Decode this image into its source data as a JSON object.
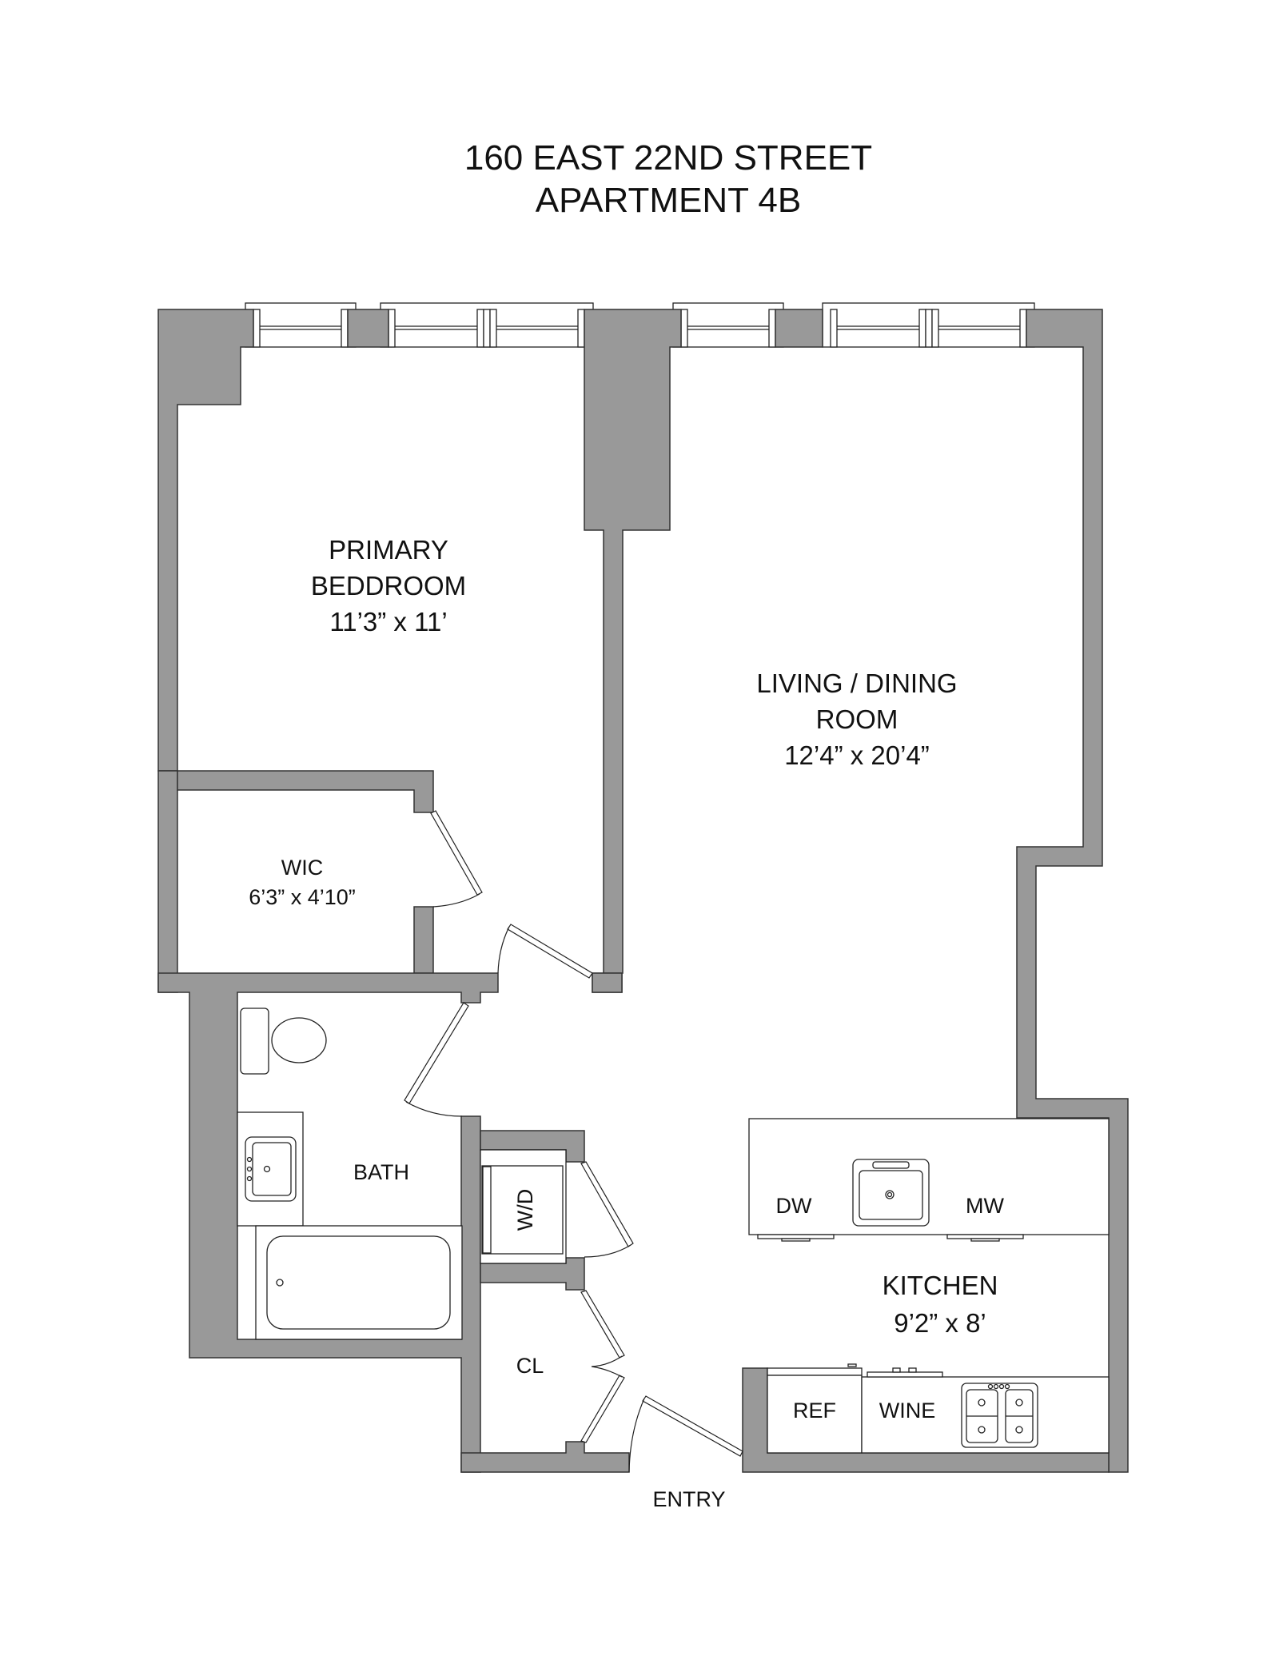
{
  "header": {
    "line1": "160 EAST 22ND STREET",
    "line2": "APARTMENT 4B"
  },
  "rooms": {
    "bedroom": {
      "name_line1": "PRIMARY",
      "name_line2": "BEDDROOM",
      "dims": "11’3” x 11’"
    },
    "living": {
      "name_line1": "LIVING / DINING",
      "name_line2": "ROOM",
      "dims": "12’4” x 20’4”"
    },
    "wic": {
      "name": "WIC",
      "dims": "6’3” x 4’10”"
    },
    "bath": {
      "name": "BATH"
    },
    "kitchen": {
      "name": "KITCHEN",
      "dims": "9’2” x 8’"
    },
    "closet": {
      "name": "CL"
    },
    "laundry": {
      "name": "W/D"
    },
    "entry": {
      "name": "ENTRY"
    }
  },
  "appliances": {
    "dishwasher": "DW",
    "microwave": "MW",
    "refrigerator": "REF",
    "wine_fridge": "WINE"
  },
  "colors": {
    "wall_fill": "#999999",
    "wall_stroke": "#333333",
    "background": "#ffffff",
    "text": "#111111"
  }
}
